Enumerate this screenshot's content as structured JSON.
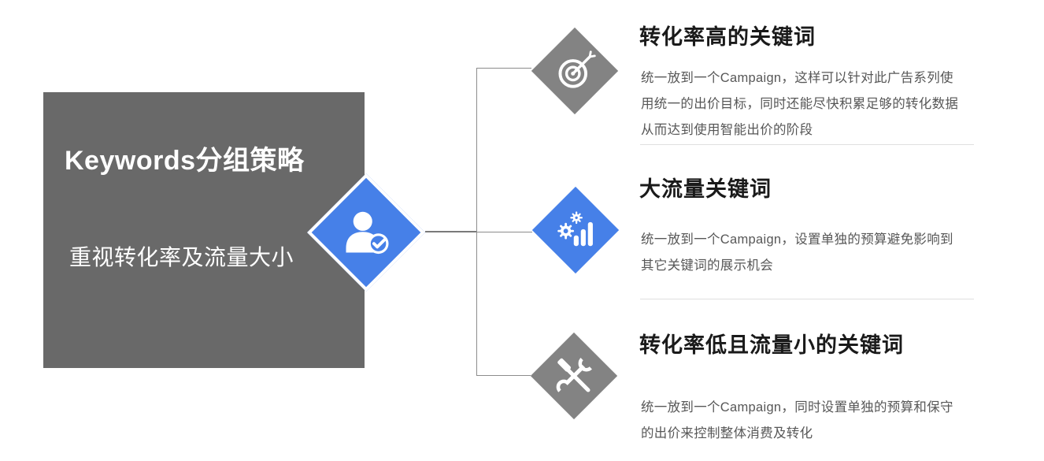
{
  "left_panel": {
    "title": "Keywords分组策略",
    "subtitle": "重视转化率及流量大小"
  },
  "center_node": {
    "icon": "user-check-icon",
    "color": "#4680e8"
  },
  "items": [
    {
      "title": "转化率高的关键词",
      "lines": [
        "统一放到一个Campaign，这样可以针对此广告系列使",
        "用统一的出价目标，同时还能尽快积累足够的转化数据",
        "从而达到使用智能出价的阶段"
      ],
      "icon": "target-dart-icon",
      "diamond_color": "#838383"
    },
    {
      "title": "大流量关键词",
      "lines": [
        "统一放到一个Campaign，设置单独的预算避免影响到",
        "其它关键词的展示机会"
      ],
      "icon": "bar-chart-gears-icon",
      "diamond_color": "#4680e8"
    },
    {
      "title": "转化率低且流量小的关键词",
      "lines": [
        "统一放到一个Campaign，同时设置单独的预算和保守",
        "的出价来控制整体消费及转化"
      ],
      "icon": "hammer-wrench-icon",
      "diamond_color": "#838383"
    }
  ],
  "colors": {
    "panel_gray": "#696969",
    "diamond_gray": "#838383",
    "accent_blue": "#4680e8",
    "title_text": "#1a1a1a",
    "body_text": "#575757",
    "divider": "#e0e0e0",
    "connector": "#828282"
  }
}
